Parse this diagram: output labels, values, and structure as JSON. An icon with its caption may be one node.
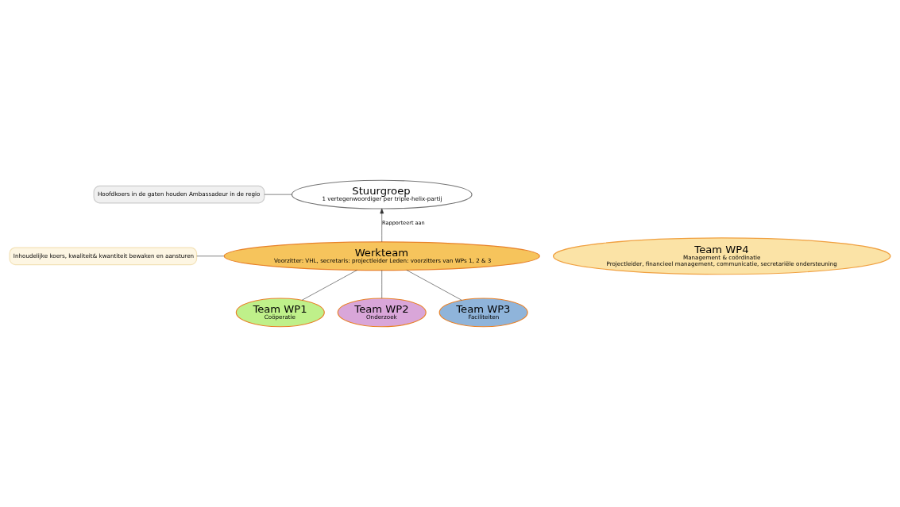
{
  "diagram": {
    "nodes": [
      {
        "text": [
          "Stuurgroep",
          "1 vertegenwoordiger per triple-helix-partij"
        ]
      },
      {
        "text": [
          "Hoofdkoers in de gaten houden Ambassadeur in de regio"
        ]
      },
      {
        "text": [
          "Team WP4",
          "Management & coördinatie",
          "Projectleider, financieel management, communicatie, secretariële ondersteuning"
        ]
      },
      {
        "text": [
          "Werkteam",
          "Voorzitter: VHL, secretaris: projectleider Leden: voorzitters van WPs 1, 2 & 3"
        ]
      },
      {
        "text": [
          "Inhoudelijke koers, kwaliteit& kwantiteit bewaken en aansturen"
        ]
      },
      {
        "text": [
          "Team WP1",
          "Coöperatie"
        ]
      },
      {
        "text": [
          "Team WP2",
          "Onderzoek"
        ]
      },
      {
        "text": [
          "Team WP3",
          "Faciliteiten"
        ]
      }
    ],
    "edges": [
      {
        "from": 3,
        "to": 0,
        "arrow": "to",
        "label": "Rapporteert aan"
      },
      {
        "from": 1,
        "to": 0,
        "arrow": "none"
      },
      {
        "from": 4,
        "to": 3,
        "arrow": "none"
      },
      {
        "from": 3,
        "to": 5,
        "arrow": "none"
      },
      {
        "from": 3,
        "to": 6,
        "arrow": "none"
      },
      {
        "from": 3,
        "to": 7,
        "arrow": "none"
      }
    ]
  }
}
